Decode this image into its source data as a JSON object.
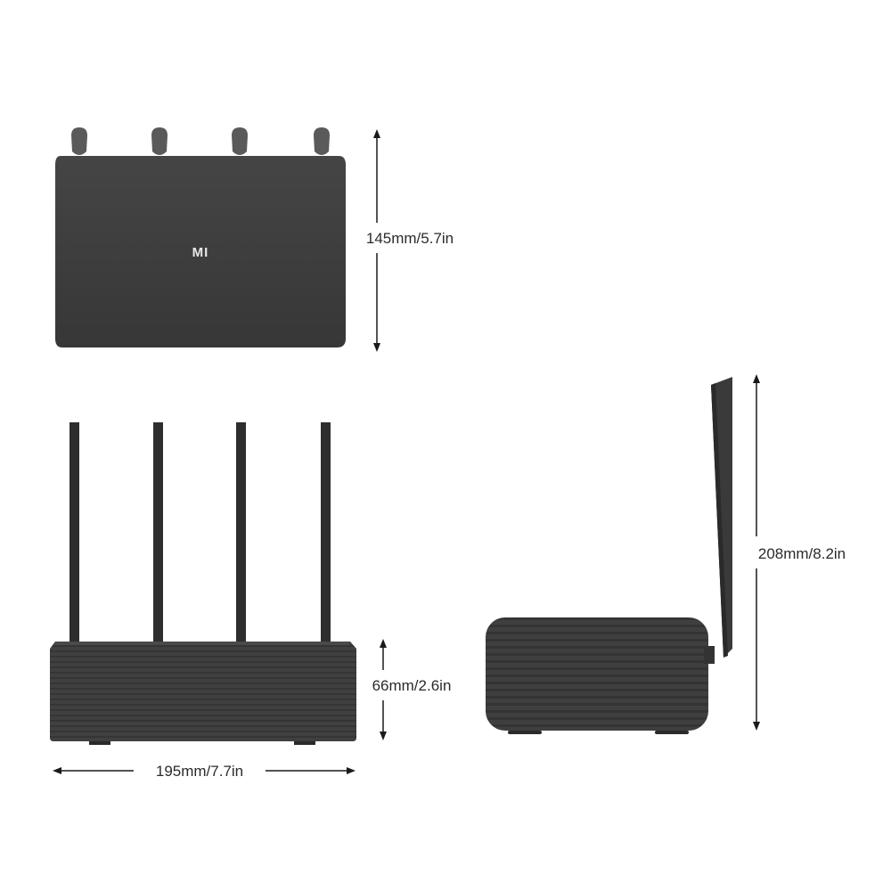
{
  "top_view": {
    "logo": "MI",
    "height_label": "145mm/5.7in"
  },
  "front_view": {
    "height_label": "66mm/2.6in",
    "width_label": "195mm/7.7in"
  },
  "side_view": {
    "height_label": "208mm/8.2in"
  },
  "colors": {
    "body": "#3c3c3c",
    "antenna": "#2e2e2e",
    "arrow": "#1a1a1a"
  }
}
